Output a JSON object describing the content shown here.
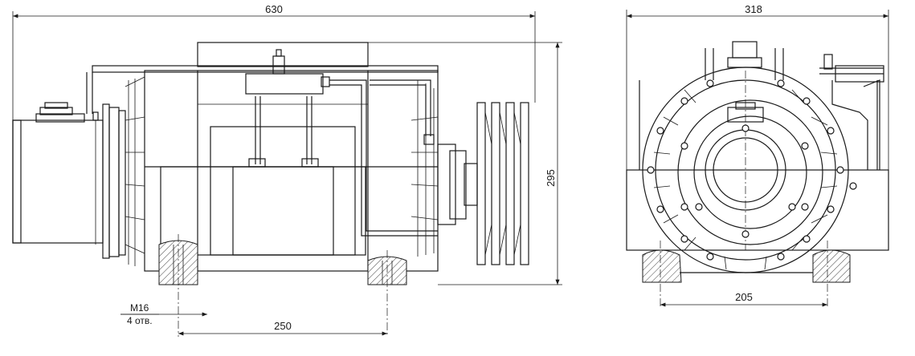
{
  "dimensions": {
    "side_length": "630",
    "side_height": "295",
    "bolt_spacing": "250",
    "front_width": "318",
    "front_base": "205"
  },
  "callout": {
    "thread": "M16",
    "holes": "4 отв."
  }
}
